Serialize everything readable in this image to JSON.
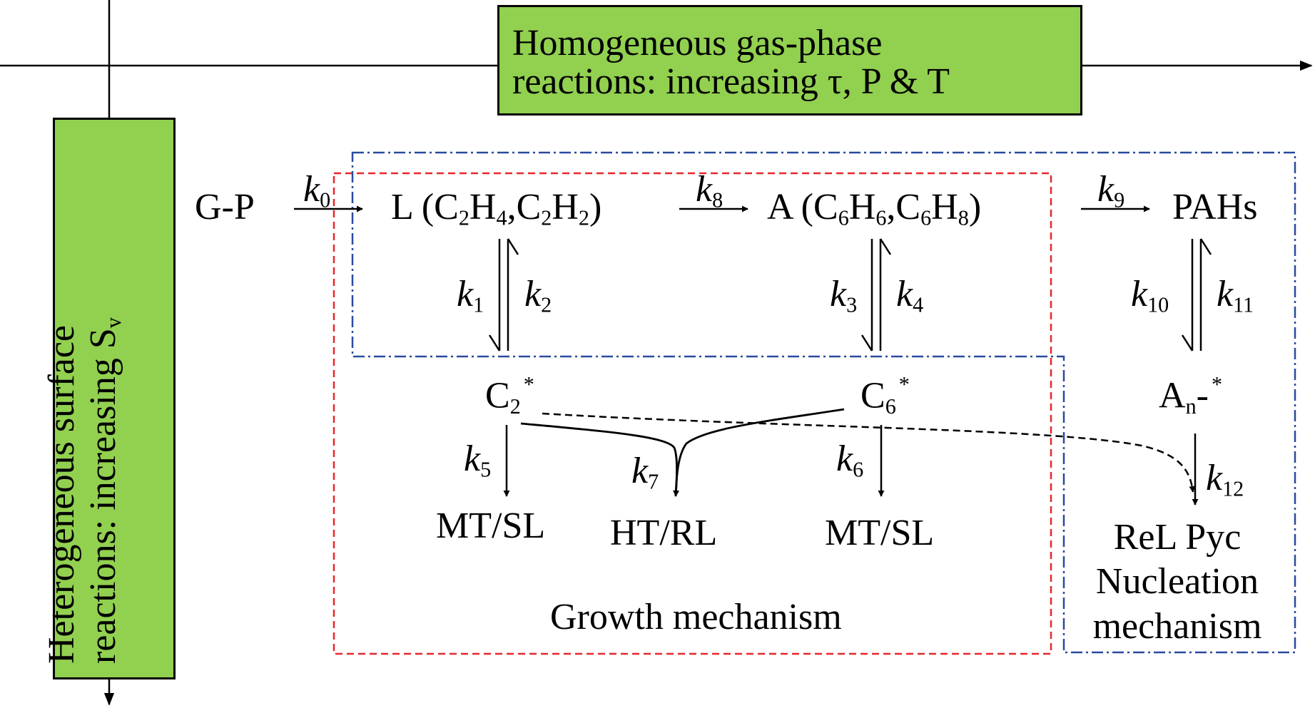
{
  "top_box": {
    "line1": "Homogeneous gas-phase",
    "line2": "reactions: increasing τ, P & T"
  },
  "side_box": {
    "line1": "Heterogeneous surface",
    "line2_prefix": "reactions: increasing S",
    "line2_sub": "v"
  },
  "nodes": {
    "gp": "G-P",
    "l_prefix": "L (C",
    "l_rest": [
      "2",
      "H",
      "4",
      ",C",
      "2",
      "H",
      "2",
      ")"
    ],
    "a_prefix": "A (C",
    "a_rest": [
      "6",
      "H",
      "6",
      ",C",
      "6",
      "H",
      "8",
      ")"
    ],
    "pahs": "PAHs",
    "c2": "C",
    "c2_sub": "2",
    "c6": "C",
    "c6_sub": "6",
    "an": "A",
    "an_sub": "n",
    "an_suffix": "-",
    "star": "*"
  },
  "rate_constants": [
    {
      "id": "k0",
      "letter": "k",
      "sub": "0"
    },
    {
      "id": "k1",
      "letter": "k",
      "sub": "1"
    },
    {
      "id": "k2",
      "letter": "k",
      "sub": "2"
    },
    {
      "id": "k3",
      "letter": "k",
      "sub": "3"
    },
    {
      "id": "k4",
      "letter": "k",
      "sub": "4"
    },
    {
      "id": "k5",
      "letter": "k",
      "sub": "5"
    },
    {
      "id": "k6",
      "letter": "k",
      "sub": "6"
    },
    {
      "id": "k7",
      "letter": "k",
      "sub": "7"
    },
    {
      "id": "k8",
      "letter": "k",
      "sub": "8"
    },
    {
      "id": "k9",
      "letter": "k",
      "sub": "9"
    },
    {
      "id": "k10",
      "letter": "k",
      "sub": "10"
    },
    {
      "id": "k11",
      "letter": "k",
      "sub": "11"
    },
    {
      "id": "k12",
      "letter": "k",
      "sub": "12"
    }
  ],
  "products": {
    "mt_sl_left": "MT/SL",
    "ht_rl": "HT/RL",
    "mt_sl_right": "MT/SL",
    "rel_pyc": "ReL Pyc",
    "nucleation": "Nucleation",
    "mechanism": "mechanism"
  },
  "regions": {
    "growth": "Growth mechanism"
  },
  "colors": {
    "box_fill": "#92d050",
    "growth_border": "#e8262a",
    "nucleation_border": "#2a4aa0",
    "line": "#000000"
  }
}
